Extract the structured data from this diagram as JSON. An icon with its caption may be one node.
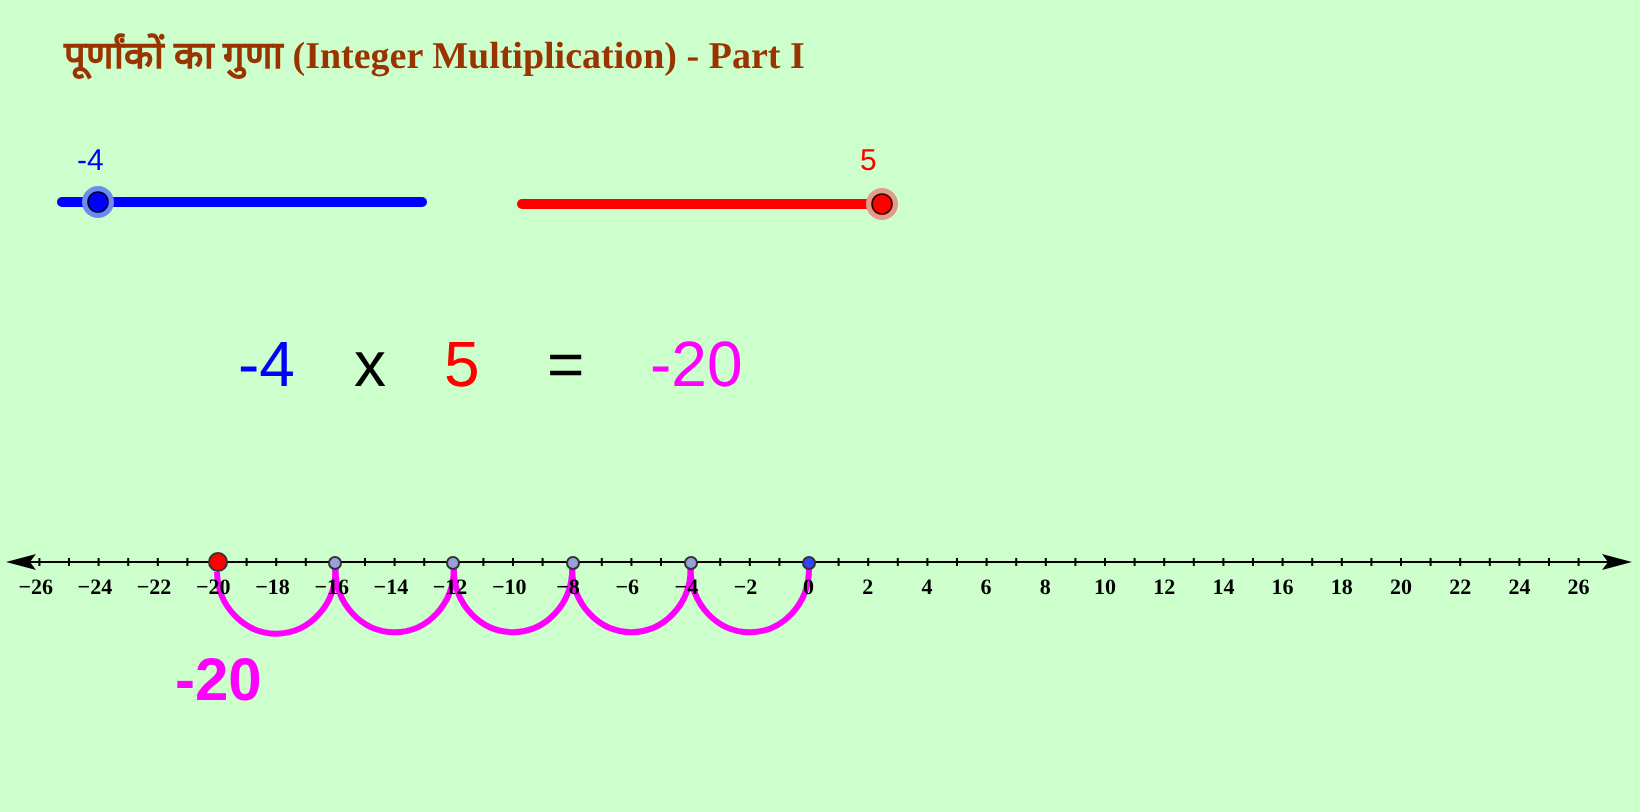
{
  "diagram": {
    "title": "पूर्णांकों का गुणा (Integer Multiplication) - Part I",
    "nodes": [
      {
        "text": [],
        "shape": "circle"
      },
      {
        "text": [],
        "shape": "circle"
      },
      {
        "text": [],
        "shape": "circle"
      },
      {
        "text": [],
        "shape": "circle"
      },
      {
        "text": [],
        "shape": "circle"
      },
      {
        "text": [],
        "shape": "circle"
      }
    ],
    "edges": [
      {
        "from": 5,
        "to": 4,
        "arrow": "none"
      },
      {
        "from": 4,
        "to": 3,
        "arrow": "none"
      },
      {
        "from": 3,
        "to": 2,
        "arrow": "none"
      },
      {
        "from": 2,
        "to": 1,
        "arrow": "none"
      },
      {
        "from": 1,
        "to": 0,
        "arrow": "none"
      }
    ],
    "labels": [
      "-4",
      "5",
      "-4",
      "x",
      "5",
      "=",
      "-20",
      "−26",
      "−24",
      "−22",
      "−20",
      "−18",
      "−16",
      "−14",
      "−12",
      "−10",
      "−8",
      "−6",
      "−4",
      "−2",
      "0",
      "2",
      "4",
      "6",
      "8",
      "10",
      "12",
      "14",
      "16",
      "18",
      "20",
      "22",
      "24",
      "26",
      "-20"
    ]
  }
}
